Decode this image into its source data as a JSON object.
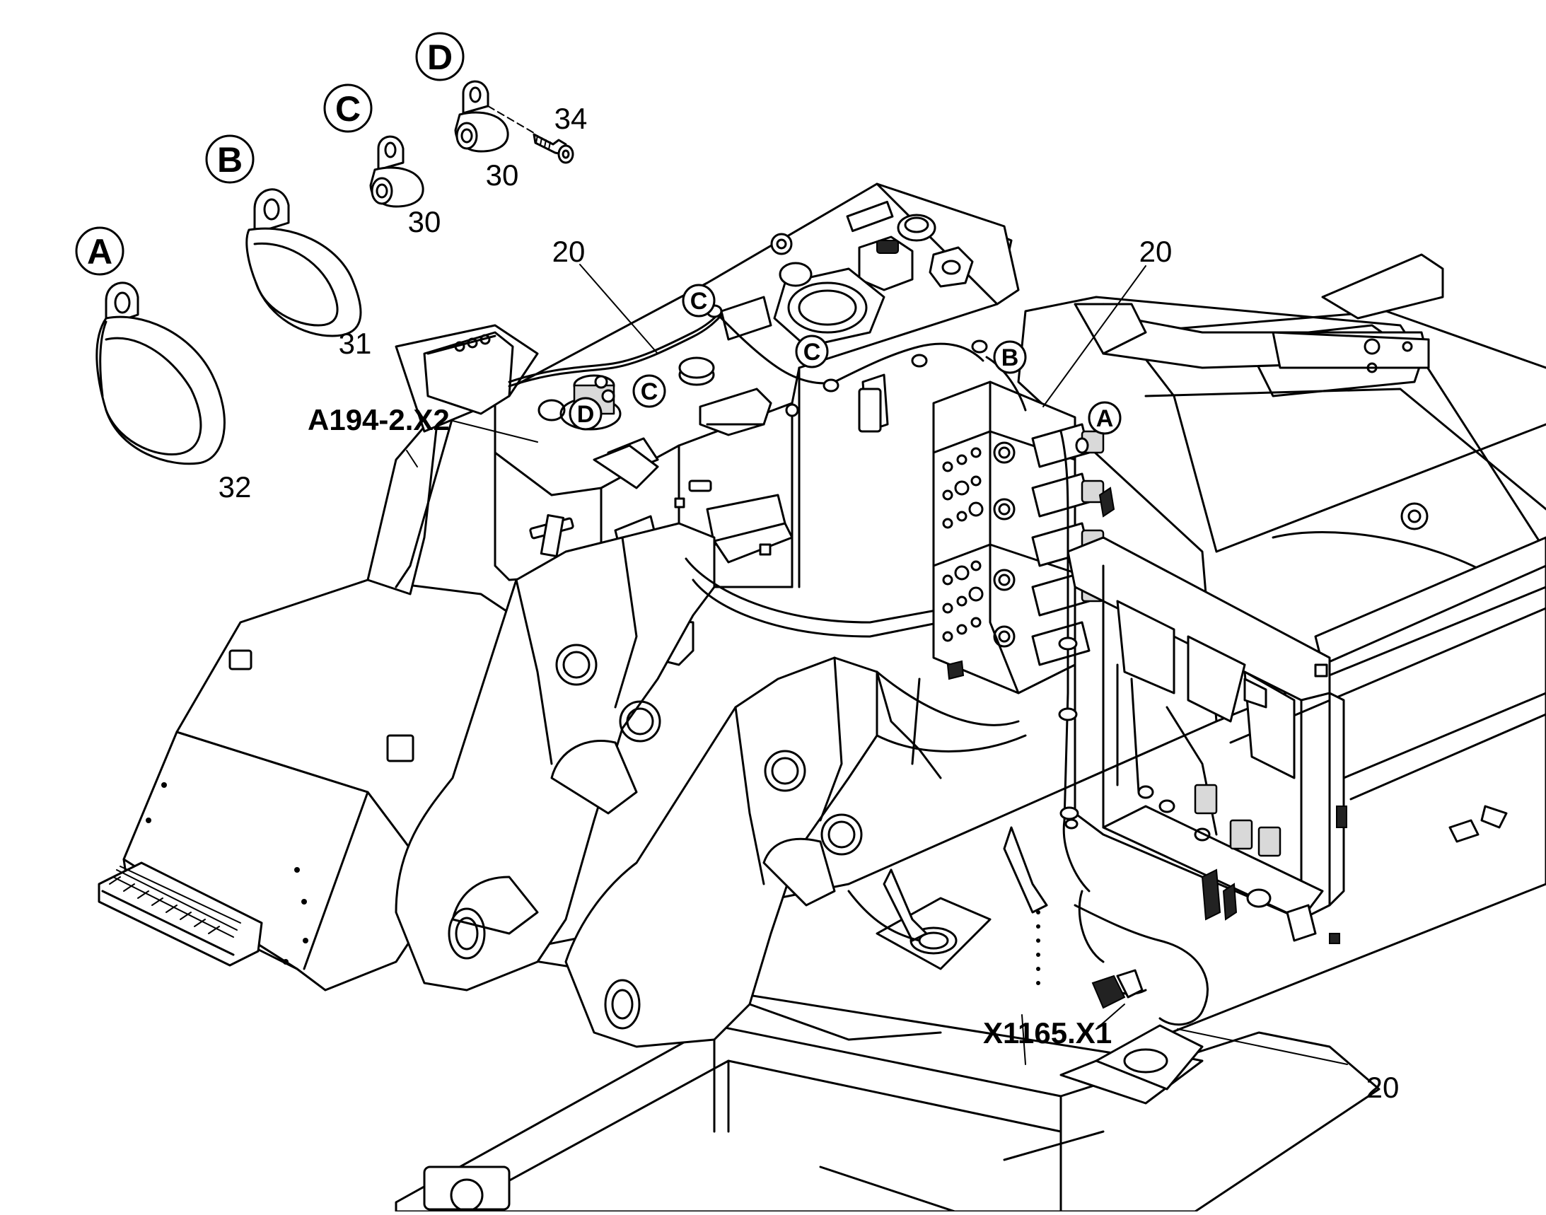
{
  "callouts": {
    "A": "A",
    "B": "B",
    "C": "C",
    "D": "D"
  },
  "part_numbers": {
    "clip_32": "32",
    "clip_31": "31",
    "clip_30_c": "30",
    "clip_30_d": "30",
    "screw_34": "34",
    "harness_20_top_left": "20",
    "harness_20_top_right": "20",
    "harness_20_bottom": "20"
  },
  "connectors": {
    "a194": "A194-2.X2",
    "x1165": "X1165.X1"
  },
  "icons": [
    "clip-a-icon",
    "clip-b-icon",
    "clip-c-icon",
    "clip-d-icon",
    "screw-icon",
    "harness-icon",
    "connector-icon"
  ]
}
